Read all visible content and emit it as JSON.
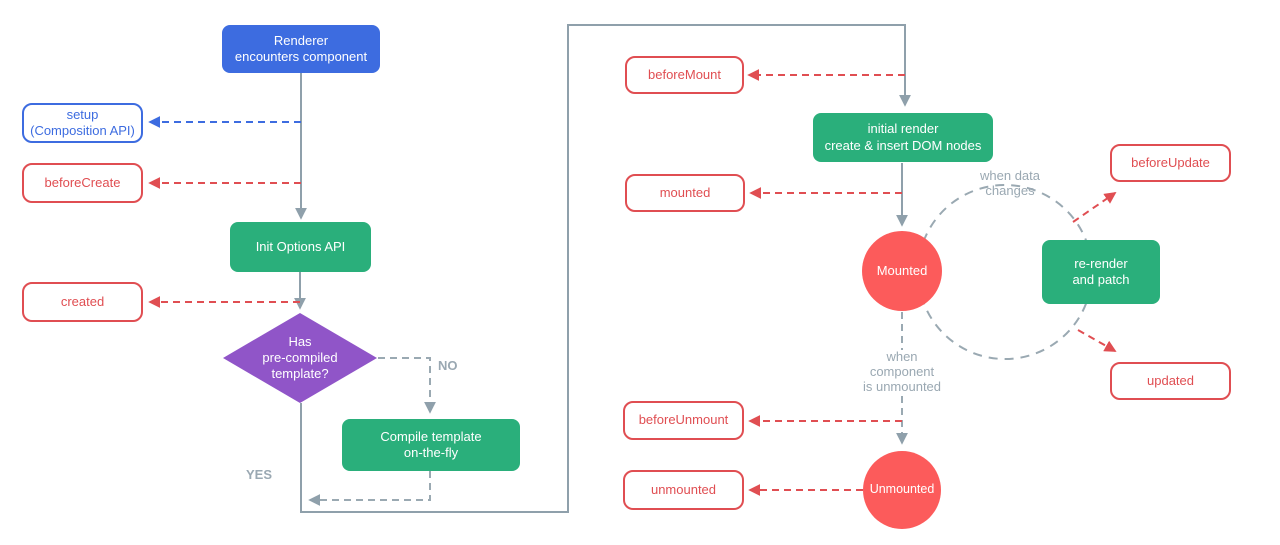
{
  "diagram": {
    "title": "Vue component lifecycle flowchart",
    "colors": {
      "blue": "#3d6ce0",
      "green": "#2aaf7b",
      "purple": "#9055c8",
      "red_fill": "#fc5b5b",
      "red_stroke": "#e04e52",
      "gray_line": "#8fa0ab",
      "gray_dashed": "#9aa9b2",
      "gray_text": "#9aa8b2",
      "background": "#ffffff"
    },
    "nodes": {
      "renderer": {
        "label": "Renderer\nencounters component"
      },
      "setup": {
        "label": "setup\n(Composition API)"
      },
      "before_create": {
        "label": "beforeCreate"
      },
      "init_options_api": {
        "label": "Init Options API"
      },
      "created": {
        "label": "created"
      },
      "has_precompiled_template": {
        "label": "Has\npre-compiled\ntemplate?"
      },
      "compile_template": {
        "label": "Compile template\non-the-fly"
      },
      "before_mount": {
        "label": "beforeMount"
      },
      "initial_render": {
        "label": "initial render\ncreate & insert DOM nodes"
      },
      "mounted_hook": {
        "label": "mounted"
      },
      "mounted_state": {
        "label": "Mounted"
      },
      "before_update": {
        "label": "beforeUpdate"
      },
      "re_render_and_patch": {
        "label": "re-render\nand patch"
      },
      "updated": {
        "label": "updated"
      },
      "before_unmount": {
        "label": "beforeUnmount"
      },
      "unmounted_state": {
        "label": "Unmounted"
      },
      "unmounted_hook": {
        "label": "unmounted"
      }
    },
    "edge_labels": {
      "no": "NO",
      "yes": "YES",
      "when_data_changes": "when data\nchanges",
      "when_component_unmounted": "when\ncomponent\nis unmounted"
    }
  }
}
